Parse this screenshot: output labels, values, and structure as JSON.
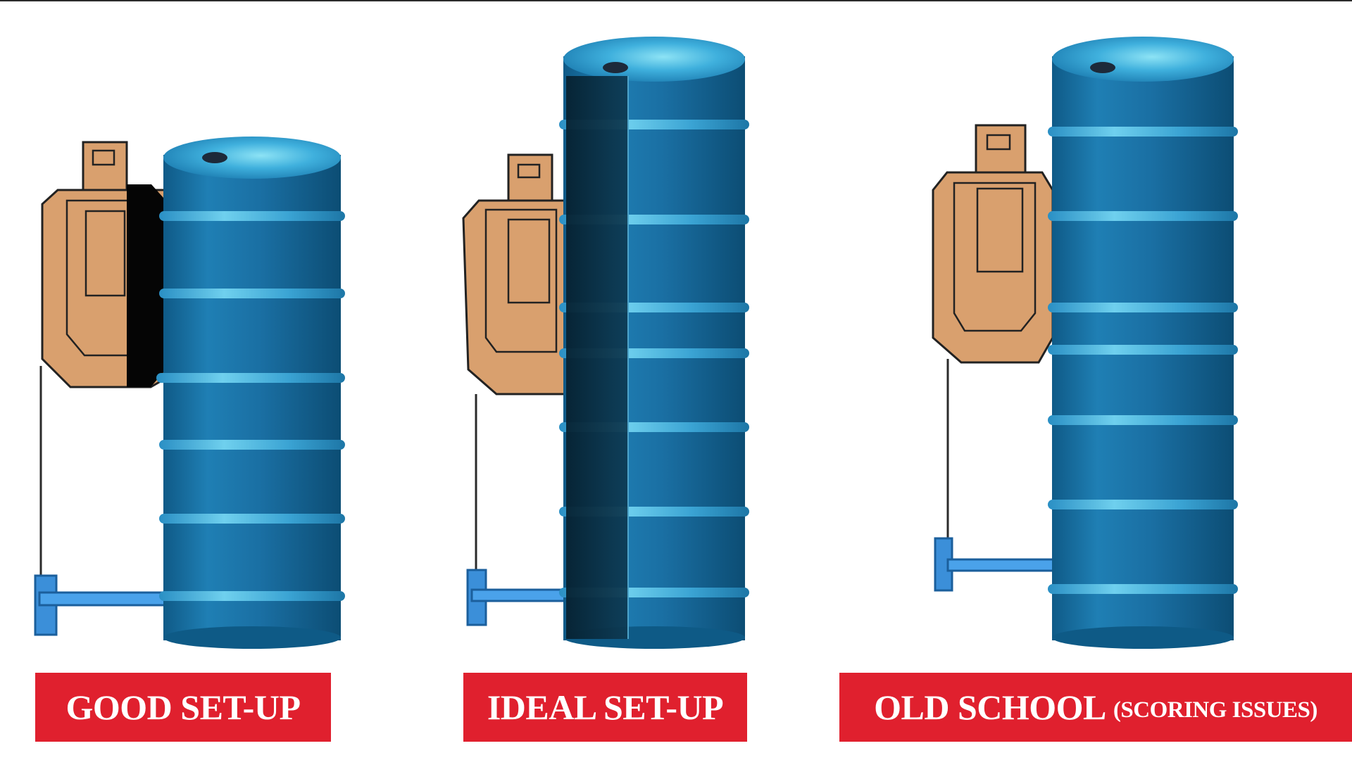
{
  "colors": {
    "label_bg": "#e0202e",
    "target_fill": "#d9a06e",
    "barrel_blue": "#1a73a8",
    "stand_blue": "#3b8fd9",
    "shadow": "#0b2a3c"
  },
  "labels": {
    "good": "GOOD SET-UP",
    "ideal": "IDEAL SET-UP",
    "old_main": "OLD SCHOOL",
    "old_note": "(SCORING ISSUES)"
  },
  "icons": [
    "steel-target-icon",
    "barrel-stack-icon",
    "target-stand-icon"
  ]
}
